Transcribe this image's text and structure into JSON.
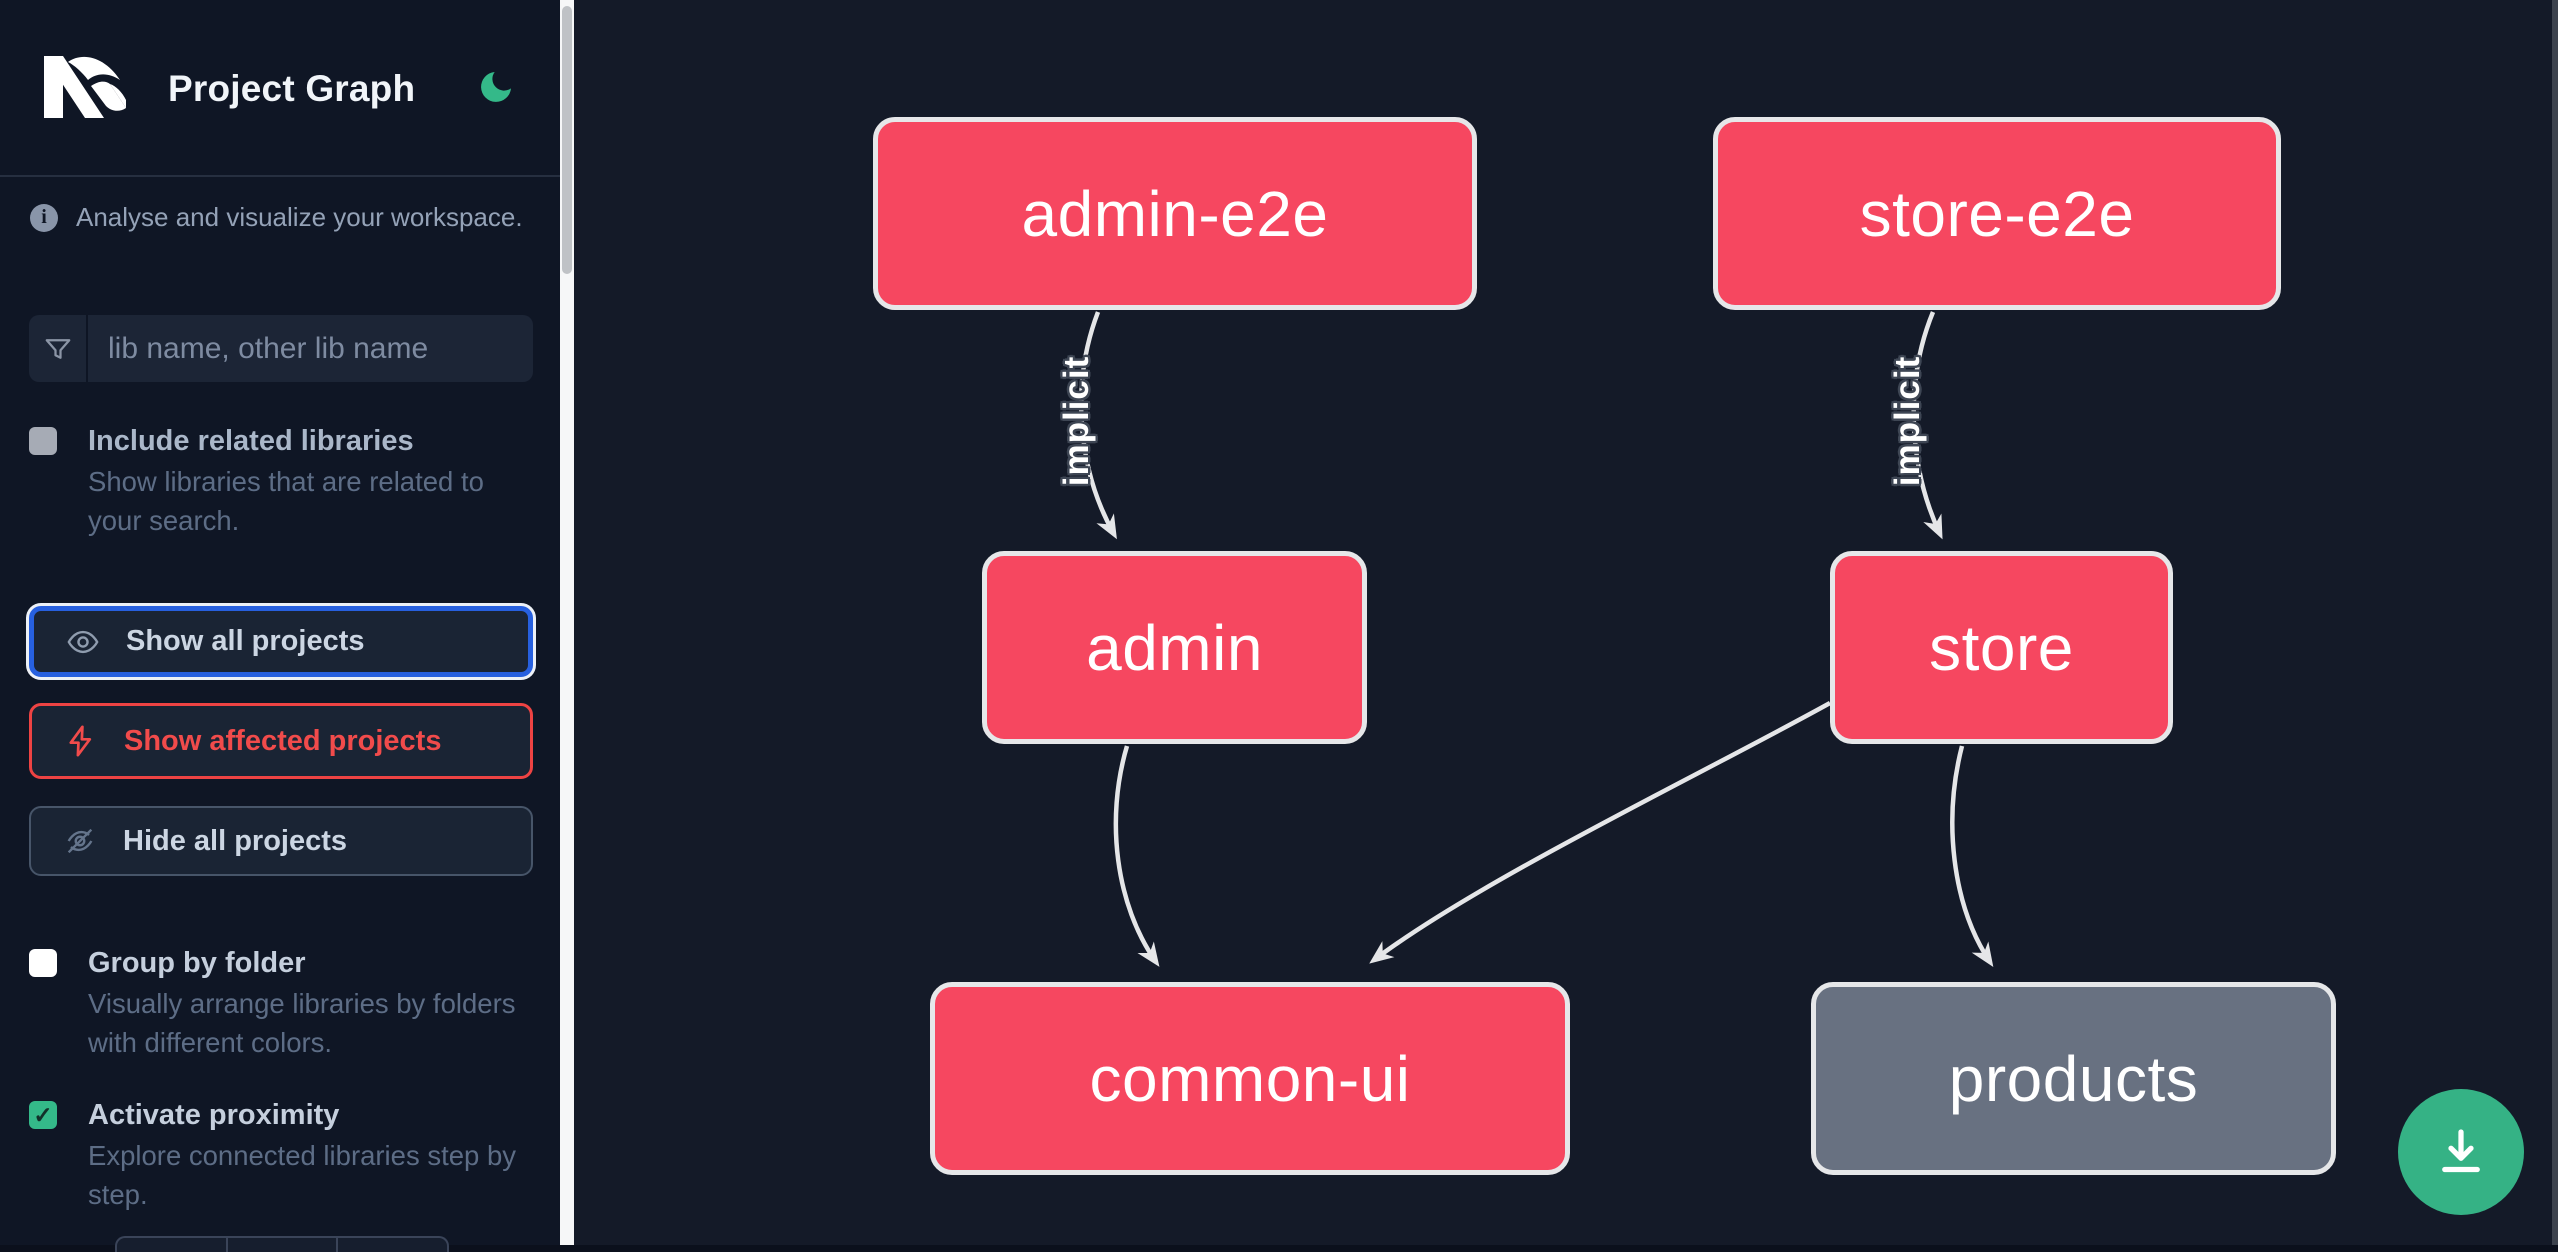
{
  "app": {
    "title": "Project Graph"
  },
  "header": {
    "logo": "nx-logo",
    "theme_icon": "moon-icon",
    "theme_color": "#34b989"
  },
  "sidebar": {
    "tagline": "Analyse and visualize your workspace.",
    "search": {
      "placeholder": "lib name, other lib name",
      "value": "",
      "icon": "funnel-icon"
    },
    "toggles": [
      {
        "label": "Include related libraries",
        "description": "Show libraries that are related to your search.",
        "checked": false
      },
      {
        "label": "Group by folder",
        "description": "Visually arrange libraries by folders with different colors.",
        "checked": false
      },
      {
        "label": "Activate proximity",
        "description": "Explore connected libraries step by step.",
        "checked": true
      }
    ],
    "buttons": [
      {
        "label": "Show all projects",
        "icon": "eye-icon",
        "state": "focused"
      },
      {
        "label": "Show affected projects",
        "icon": "bolt-icon",
        "variant": "affected"
      },
      {
        "label": "Hide all projects",
        "icon": "eye-off-icon"
      }
    ]
  },
  "graph": {
    "nodes": [
      {
        "label": "admin-e2e",
        "type": "affected"
      },
      {
        "label": "store-e2e",
        "type": "affected"
      },
      {
        "label": "admin",
        "type": "affected"
      },
      {
        "label": "store",
        "type": "affected"
      },
      {
        "label": "common-ui",
        "type": "affected"
      },
      {
        "label": "products",
        "type": "plain"
      }
    ],
    "edges": [
      {
        "from": "admin-e2e",
        "to": "admin",
        "label": "implicit"
      },
      {
        "from": "store-e2e",
        "to": "store",
        "label": "implicit"
      },
      {
        "from": "admin",
        "to": "common-ui",
        "label": ""
      },
      {
        "from": "store",
        "to": "common-ui",
        "label": ""
      },
      {
        "from": "store",
        "to": "products",
        "label": ""
      }
    ]
  },
  "fab": {
    "icon": "download-icon",
    "color": "#35b285"
  },
  "colors": {
    "sidebar_bg": "#0f1625",
    "canvas_bg": "#141a28",
    "node_affected": "#f64760",
    "node_plain": "#687181",
    "node_border": "#e6e7e9",
    "edge": "#e5e6e8",
    "focus_blue": "#2760df",
    "affected_red": "#ee4343",
    "green": "#34b989"
  }
}
